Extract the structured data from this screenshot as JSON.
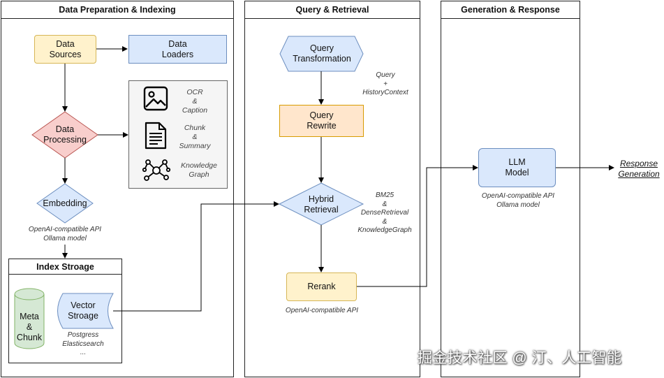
{
  "panels": {
    "prep": {
      "title": "Data Preparation & Indexing"
    },
    "query": {
      "title": "Query & Retrieval"
    },
    "gen": {
      "title": "Generation & Response"
    }
  },
  "nodes": {
    "data_sources": "Data\nSources",
    "data_loaders": "Data\nLoaders",
    "data_processing": "Data\nProcessing",
    "embedding": "Embedding",
    "index_storage_title": "Index Stroage",
    "meta_chunk": "Meta\n&\nChunk",
    "vector_storage": "Vector\nStroage",
    "query_transformation": "Query\nTransformation",
    "query_rewrite": "Query\nRewrite",
    "hybrid_retrieval": "Hybrid\nRetrieval",
    "rerank": "Rerank",
    "llm_model": "LLM\nModel"
  },
  "processing_tools": [
    {
      "icon": "image-icon",
      "label": "OCR\n&\nCaption"
    },
    {
      "icon": "document-icon",
      "label": "Chunk\n&\nSummary"
    },
    {
      "icon": "knowledge-graph-icon",
      "label": "Knowledge\nGraph"
    }
  ],
  "notes": {
    "embedding_api": "OpenAI-compatible API\nOllama model",
    "storage_backends": "Postgress\nElasticsearch\n...",
    "query_context": "Query\n+\nHistoryContext",
    "retrieval_methods": "BM25\n&\nDenseRetrieval\n&\nKnowledgeGraph",
    "rerank_api": "OpenAI-compatible API",
    "llm_api": "OpenAI-compatible API\nOllama model"
  },
  "output": "Response\nGeneration",
  "watermark": "掘金技术社区 @ 汀、人工智能",
  "colors": {
    "yellow_fill": "#fff2cc",
    "blue_fill": "#dae8fc",
    "red_fill": "#f8cecc",
    "orange_fill": "#ffe6cc",
    "green_fill": "#d5e8d4",
    "gray_fill": "#f5f5f5"
  }
}
